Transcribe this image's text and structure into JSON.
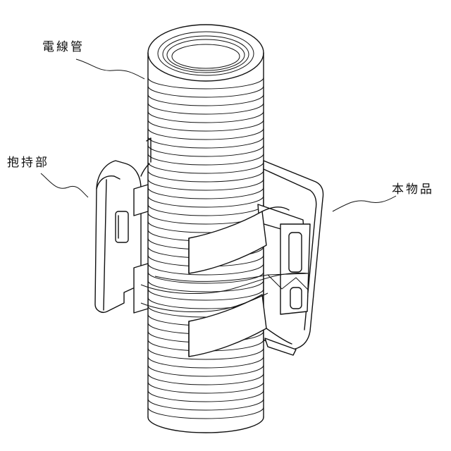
{
  "labels": {
    "conduit": "電線管",
    "holding_part": "抱持部",
    "main_body": "本物品"
  }
}
